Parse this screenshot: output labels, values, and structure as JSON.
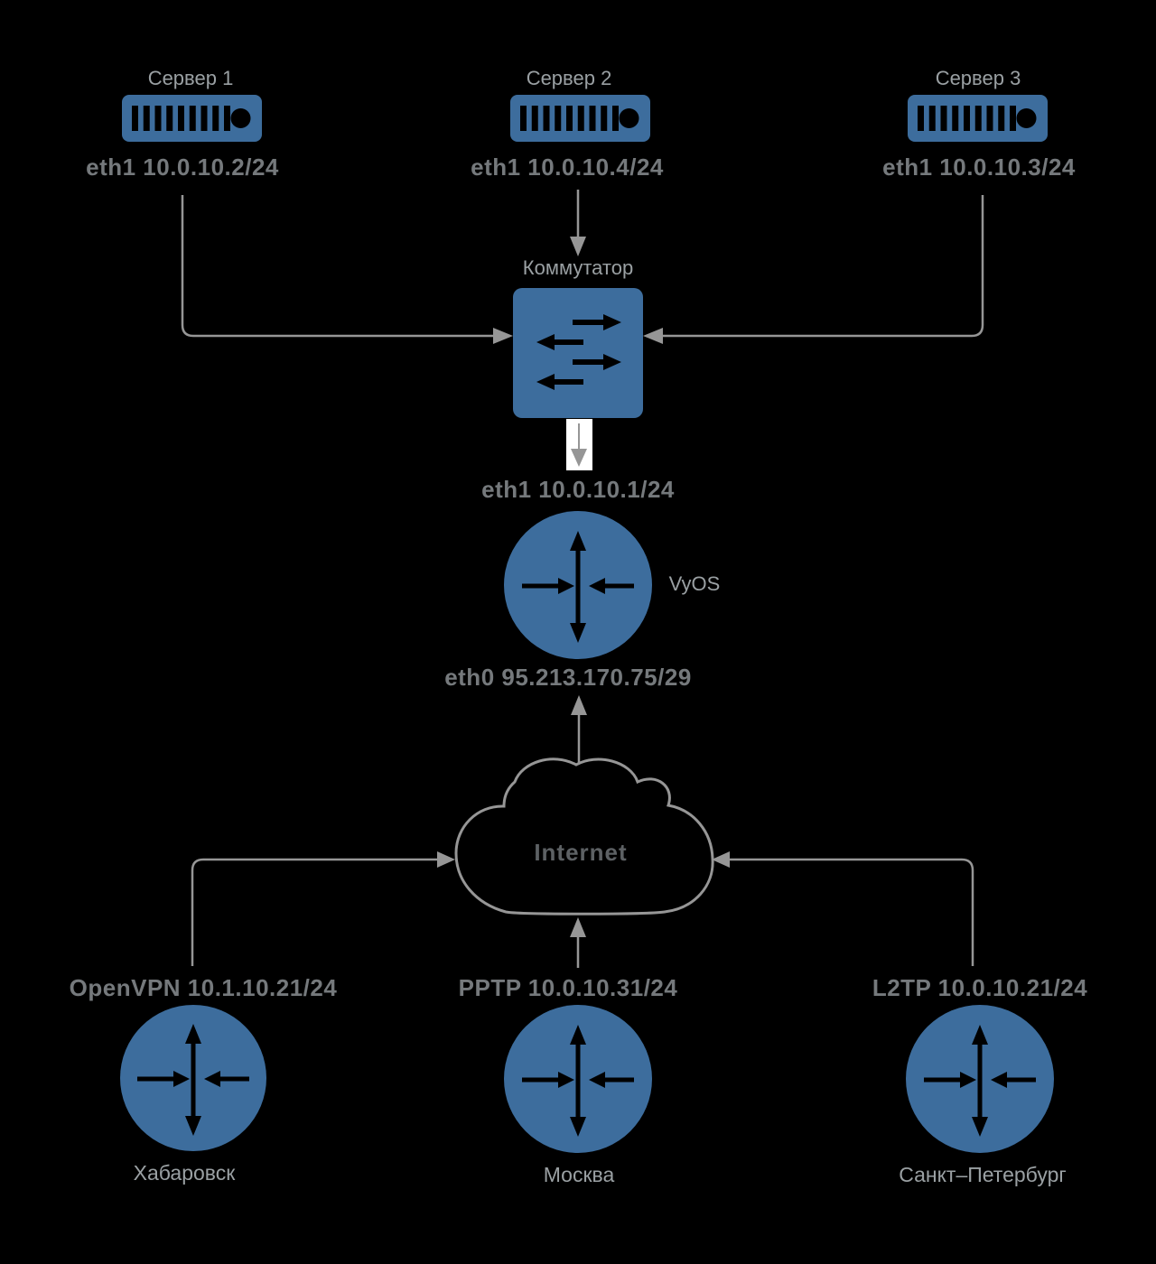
{
  "colors": {
    "background": "#000000",
    "node_blue": "#3d6d9d",
    "line_gray": "#969696",
    "label_gray": "#9aa0a3",
    "bold_gray": "#75797c",
    "internet_text": "#5d6164",
    "icon_detail_black": "#000000",
    "downlink_arrow_bg": "#ffffff"
  },
  "servers": [
    {
      "name": "Сервер 1",
      "interface": "eth1 10.0.10.2/24",
      "icon": "server-icon"
    },
    {
      "name": "Сервер 2",
      "interface": "eth1 10.0.10.4/24",
      "icon": "server-icon"
    },
    {
      "name": "Сервер 3",
      "interface": "eth1 10.0.10.3/24",
      "icon": "server-icon"
    }
  ],
  "switch": {
    "label": "Коммутатор",
    "icon": "switch-icon"
  },
  "router": {
    "label": "VyOS",
    "icon": "router-icon",
    "lan_interface": "eth1 10.0.10.1/24",
    "wan_interface": "eth0 95.213.170.75/29"
  },
  "cloud": {
    "label": "Internet",
    "icon": "cloud-icon"
  },
  "remote_sites": [
    {
      "vpn": "OpenVPN 10.1.10.21/24",
      "city": "Хабаровск",
      "icon": "router-icon"
    },
    {
      "vpn": "PPTP 10.0.10.31/24",
      "city": "Москва",
      "icon": "router-icon"
    },
    {
      "vpn": "L2TP 10.0.10.21/24",
      "city": "Санкт–Петербург",
      "icon": "router-icon"
    }
  ]
}
